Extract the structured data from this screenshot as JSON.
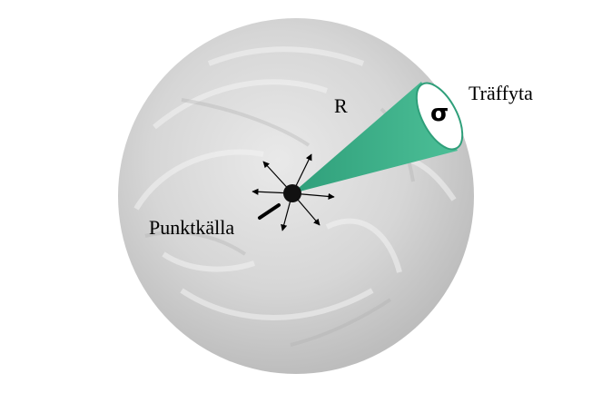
{
  "labels": {
    "radius": "R",
    "target_area": "Träffyta",
    "cross_section_symbol": "σ",
    "point_source": "Punktkälla"
  },
  "colors": {
    "sphere_light": "#ebebeb",
    "sphere_mid": "#cfcfcf",
    "sphere_dark": "#b9b9b9",
    "cone": "#3aaa85",
    "cone_light": "#4cbf97",
    "target_face": "#ffffff",
    "source": "#111111",
    "arrows": "#000000"
  },
  "icons": {
    "source": "filled-circle",
    "rays": "arrow"
  }
}
